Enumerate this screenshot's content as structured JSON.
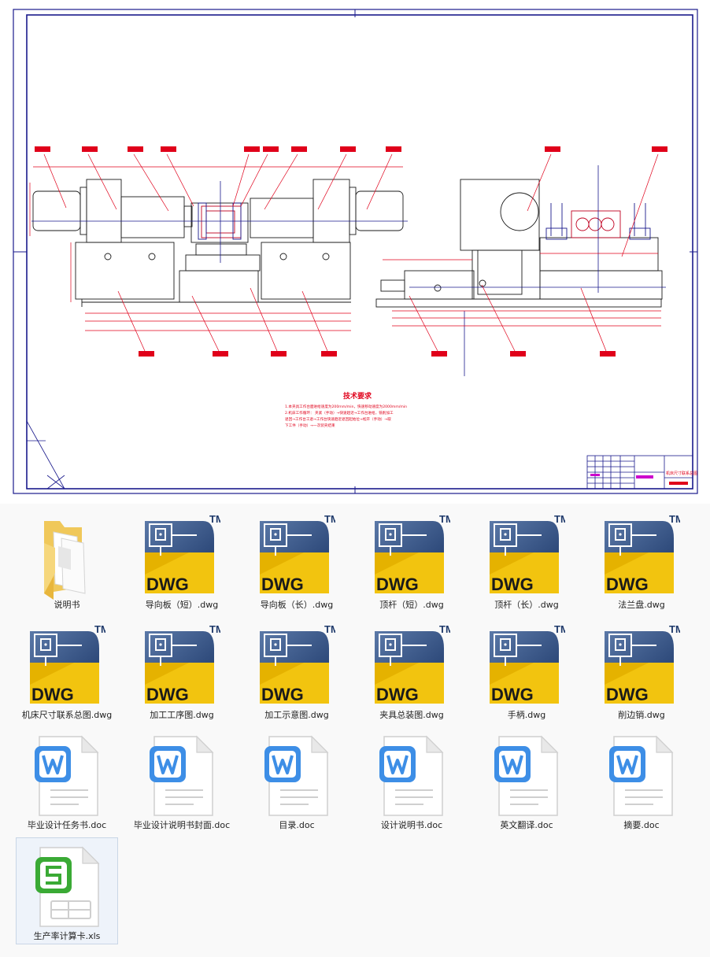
{
  "drawing": {
    "tech_title": "技术要求",
    "tech_note_lines": [
      "1.本夹具工作台面进给速度为200mm/min，快速移动速度为2000mm/min",
      "2.机床工作循环：  夹紧（手动）→快速趋近→工作台进给，铣削加工",
      "   退回→工作台工退→工作台快速趋近退回起始位→松开（手动）→取",
      "   下工件（手动）→一次装夹结束"
    ],
    "title_block_name": "机床尺寸联系总图",
    "colors": {
      "frame": "#1a1a8c",
      "annotation": "#e0001a",
      "part": "#1a1a1a"
    }
  },
  "files": [
    {
      "name": "说明书",
      "icon": "folder-icon"
    },
    {
      "name": "导向板（短）.dwg",
      "icon": "dwg-icon"
    },
    {
      "name": "导向板（长）.dwg",
      "icon": "dwg-icon"
    },
    {
      "name": "顶杆（短）.dwg",
      "icon": "dwg-icon"
    },
    {
      "name": "顶杆（长）.dwg",
      "icon": "dwg-icon"
    },
    {
      "name": "法兰盘.dwg",
      "icon": "dwg-icon"
    },
    {
      "name": "机床尺寸联系总图.dwg",
      "icon": "dwg-icon"
    },
    {
      "name": "加工工序图.dwg",
      "icon": "dwg-icon"
    },
    {
      "name": "加工示意图.dwg",
      "icon": "dwg-icon"
    },
    {
      "name": "夹具总装图.dwg",
      "icon": "dwg-icon"
    },
    {
      "name": "手柄.dwg",
      "icon": "dwg-icon"
    },
    {
      "name": "削边销.dwg",
      "icon": "dwg-icon"
    },
    {
      "name": "毕业设计任务书.doc",
      "icon": "word-doc-icon"
    },
    {
      "name": "毕业设计说明书封面.doc",
      "icon": "word-doc-icon"
    },
    {
      "name": "目录.doc",
      "icon": "word-doc-icon"
    },
    {
      "name": "设计说明书.doc",
      "icon": "word-doc-icon"
    },
    {
      "name": "英文翻译.doc",
      "icon": "word-doc-icon"
    },
    {
      "name": "摘要.doc",
      "icon": "word-doc-icon"
    },
    {
      "name": "生产率计算卡.xls",
      "icon": "spreadsheet-icon",
      "selected": true
    }
  ],
  "icon_texts": {
    "dwg_badge": "DWG",
    "dwg_tm": "TM"
  }
}
